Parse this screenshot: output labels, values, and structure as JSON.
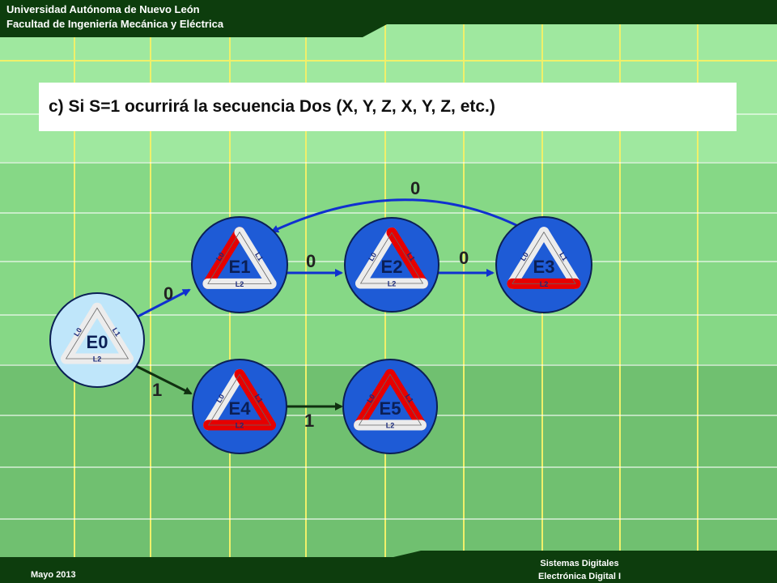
{
  "header": {
    "line1": "Universidad Autónoma de Nuevo León",
    "line2": "Facultad de Ingeniería Mecánica y Eléctrica"
  },
  "title": "c) Si S=1 ocurrirá la secuencia Dos (X, Y, Z, X, Y, Z, etc.)",
  "footer": {
    "date": "Mayo 2013",
    "course_line1": "Sistemas Digitales",
    "course_line2": "Electrónica Digital I"
  },
  "colors": {
    "active_red": "#e60000",
    "inactive_white": "#ececec",
    "circle_blue": "#1e5bd6",
    "circle_lightblue": "#bfe6fa",
    "arrow_blue": "#1030d0",
    "arrow_dark": "#103010"
  },
  "states": [
    {
      "id": "E0",
      "name": "E0",
      "L0": "L0",
      "L1": "L1",
      "L2": "L2",
      "lit": []
    },
    {
      "id": "E1",
      "name": "E1",
      "L0": "L0",
      "L1": "L1",
      "L2": "L2",
      "lit": [
        "L0"
      ]
    },
    {
      "id": "E2",
      "name": "E2",
      "L0": "L0",
      "L1": "L1",
      "L2": "L2",
      "lit": [
        "L1"
      ]
    },
    {
      "id": "E3",
      "name": "E3",
      "L0": "L0",
      "L1": "L1",
      "L2": "L2",
      "lit": [
        "L2"
      ]
    },
    {
      "id": "E4",
      "name": "E4",
      "L0": "L0",
      "L1": "L1",
      "L2": "L2",
      "lit": [
        "L1",
        "L2"
      ]
    },
    {
      "id": "E5",
      "name": "E5",
      "L0": "L0",
      "L1": "L1",
      "L2": "L2",
      "lit": [
        "L0",
        "L1"
      ]
    }
  ],
  "transitions": [
    {
      "from": "E0",
      "to": "E1",
      "label": "0"
    },
    {
      "from": "E0",
      "to": "E4",
      "label": "1"
    },
    {
      "from": "E1",
      "to": "E2",
      "label": "0"
    },
    {
      "from": "E2",
      "to": "E3",
      "label": "0"
    },
    {
      "from": "E3",
      "to": "E1",
      "label": "0"
    },
    {
      "from": "E4",
      "to": "E5",
      "label": "1"
    }
  ]
}
